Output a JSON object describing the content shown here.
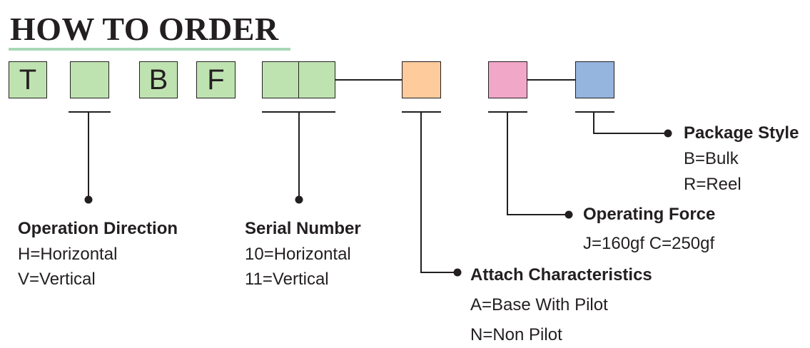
{
  "title": "HOW TO ORDER",
  "code_boxes": [
    {
      "text": "T",
      "color": "#bfe3b0"
    },
    {
      "text": "",
      "color": "#bfe3b0"
    },
    {
      "text": "B",
      "color": "#bfe3b0"
    },
    {
      "text": "F",
      "color": "#bfe3b0"
    },
    {
      "text": "",
      "color": "#bfe3b0"
    },
    {
      "text": "",
      "color": "#bfe3b0"
    },
    {
      "text": "",
      "color": "#fdcb9c"
    },
    {
      "text": "",
      "color": "#f1a7c8"
    },
    {
      "text": "",
      "color": "#95b4de"
    }
  ],
  "sections": {
    "operation_direction": {
      "heading": "Operation Direction",
      "options": [
        "H=Horizontal",
        "V=Vertical"
      ]
    },
    "serial_number": {
      "heading": "Serial Number",
      "options": [
        "10=Horizontal",
        "11=Vertical"
      ]
    },
    "attach_characteristics": {
      "heading": "Attach Characteristics",
      "options": [
        "A=Base With Pilot",
        "N=Non Pilot"
      ]
    },
    "operating_force": {
      "heading": "Operating Force",
      "options": [
        "J=160gf C=250gf"
      ]
    },
    "package_style": {
      "heading": "Package Style",
      "options": [
        "B=Bulk",
        "R=Reel"
      ]
    }
  }
}
